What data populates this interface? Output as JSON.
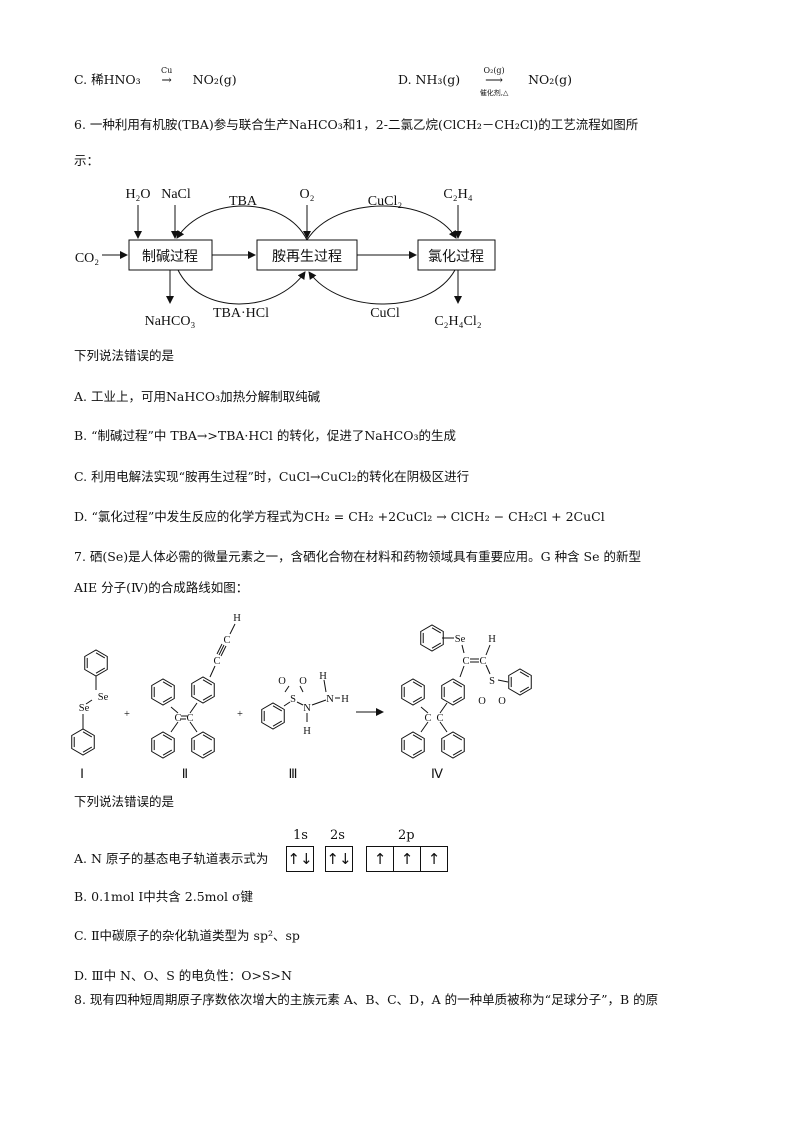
{
  "q5_options": {
    "C": {
      "left": "C. 稀HNO₃",
      "above": "Cu",
      "right": "NO₂(g)"
    },
    "D": {
      "left": "D. NH₃(g)",
      "above": "O₂(g)",
      "below": "催化剂,△",
      "right": "NO₂(g)"
    }
  },
  "q6": {
    "stem_1": "6. 一种利用有机胺(TBA)参与联合生产NaHCO₃和1，2-二氯乙烷(ClCH₂－CH₂Cl)的工艺流程如图所",
    "stem_2": "示：",
    "diagram": {
      "boxes": [
        "制碱过程",
        "胺再生过程",
        "氯化过程"
      ],
      "labels": {
        "h2o": "H₂O",
        "nacl": "NaCl",
        "tba": "TBA",
        "o2": "O₂",
        "cucl2": "CuCl₂",
        "c2h4": "C₂H₄",
        "co2": "CO₂",
        "nahco3": "NaHCO₃",
        "tbahcl": "TBA·HCl",
        "cucl": "CuCl",
        "c2h4cl2": "C₂H₄Cl₂"
      }
    },
    "question": "下列说法错误的是",
    "options": [
      "A. 工业上，可用NaHCO₃加热分解制取纯碱",
      "B. “制碱过程”中 TBA→>TBA·HCl  的转化，促进了NaHCO₃的生成",
      "C. 利用电解法实现“胺再生过程”时，CuCl→CuCl₂的转化在阴极区进行",
      "D. “氯化过程”中发生反应的化学方程式为CH₂ = CH₂ +2CuCl₂ → ClCH₂ − CH₂Cl + 2CuCl"
    ]
  },
  "q7": {
    "stem_1": "7. 硒(Se)是人体必需的微量元素之一，含硒化合物在材料和药物领域具有重要应用。G 种含 Se 的新型",
    "stem_2": "AIE 分子(Ⅳ)的合成路线如图：",
    "scheme": {
      "numerals": [
        "Ⅰ",
        "Ⅱ",
        "Ⅲ",
        "Ⅳ"
      ],
      "plus": "+",
      "se": "Se",
      "c": "C",
      "h": "H",
      "s": "S",
      "o": "O",
      "n": "N"
    },
    "question": "下列说法错误的是",
    "option_a": "A. N 原子的基态电子轨道表示式为",
    "orbitals": {
      "labels": [
        "1s",
        "2s",
        "2p"
      ],
      "1s": "↑↓",
      "2s": "↑↓",
      "2p": [
        "↑",
        "↑",
        "↑"
      ]
    },
    "options": [
      "B. 0.1mol Ⅰ中共含 2.5mol  σ键",
      "C. Ⅱ中碳原子的杂化轨道类型为 sp²、sp",
      "D. Ⅲ中 N、O、S 的电负性：O>S>N"
    ]
  },
  "q8": {
    "stem_1": "8. 现有四种短周期原子序数依次增大的主族元素 A、B、C、D，A 的一种单质被称为“足球分子”，B 的原"
  }
}
